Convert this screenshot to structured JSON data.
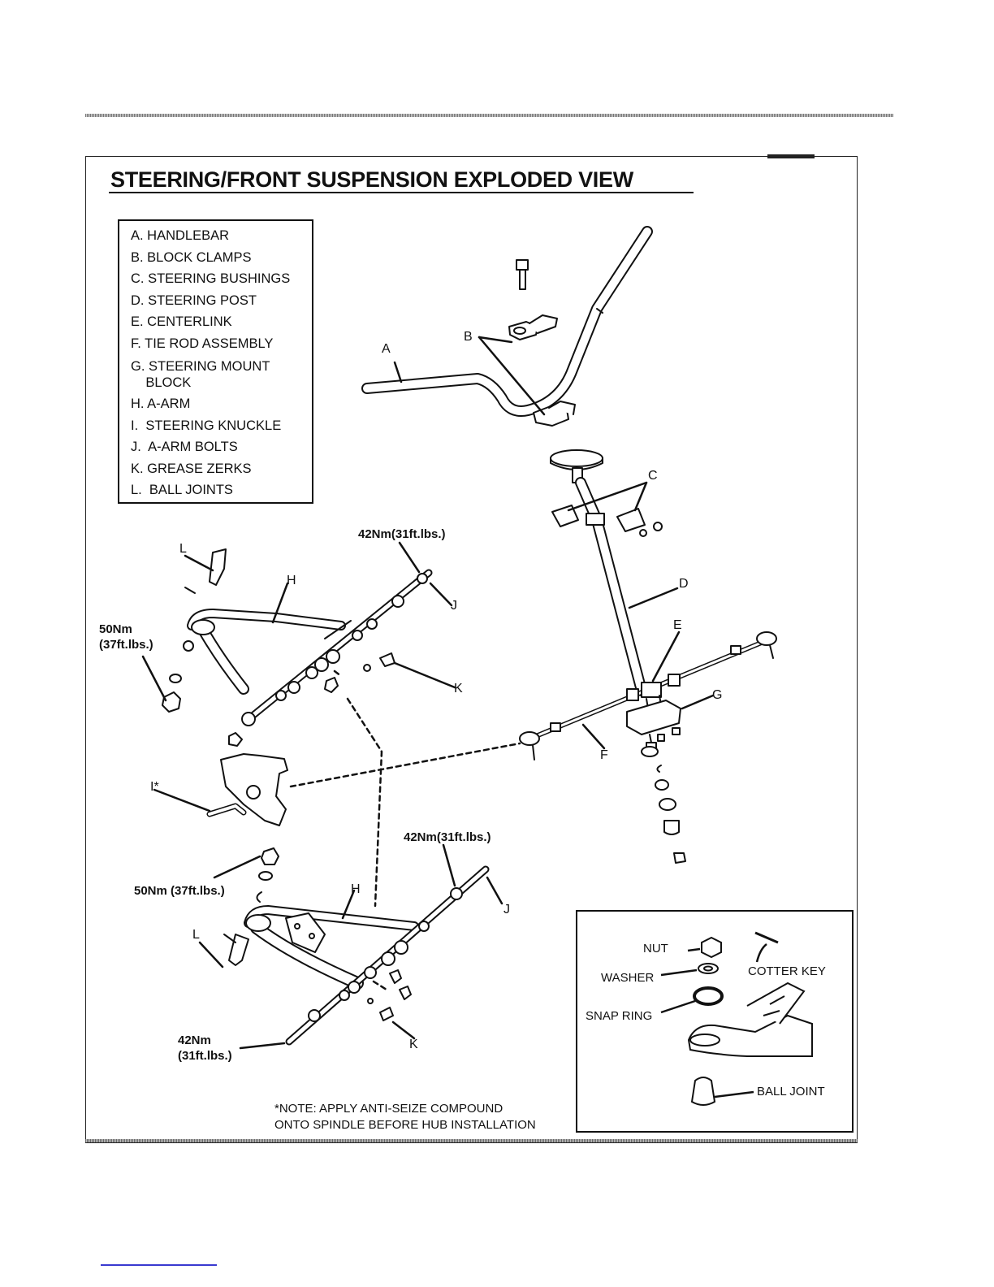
{
  "title": "STEERING/FRONT SUSPENSION EXPLODED VIEW",
  "legend": [
    "A. HANDLEBAR",
    "B. BLOCK CLAMPS",
    "C. STEERING BUSHINGS",
    "D. STEERING POST",
    "E. CENTERLINK",
    "F. TIE ROD ASSEMBLY",
    "G. STEERING MOUNT",
    "    BLOCK",
    "H. A-ARM",
    "I.  STEERING KNUCKLE",
    "J.  A-ARM BOLTS",
    "K. GREASE ZERKS",
    "L.  BALL JOINTS"
  ],
  "callouts": {
    "a": "A",
    "b": "B",
    "c": "C",
    "d": "D",
    "e": "E",
    "f": "F",
    "g": "G",
    "h_upper": "H",
    "h_lower": "H",
    "i": "I*",
    "j_upper": "J",
    "j_lower": "J",
    "k_upper": "K",
    "k_lower": "K",
    "l_upper": "L",
    "l_lower": "L"
  },
  "torque": {
    "upper_bolt": "42Nm(31ft.lbs.)",
    "upper_nut_line1": "50Nm",
    "upper_nut_line2": "(37ft.lbs.)",
    "lower_nut": "50Nm (37ft.lbs.)",
    "lower_bolt": "42Nm(31ft.lbs.)",
    "lower_front_line1": "42Nm",
    "lower_front_line2": "(31ft.lbs.)"
  },
  "note": {
    "line1": "*NOTE:  APPLY ANTI-SEIZE COMPOUND",
    "line2": "ONTO SPINDLE BEFORE HUB INSTALLATION"
  },
  "inset": {
    "nut": "NUT",
    "washer": "WASHER",
    "snap_ring": "SNAP RING",
    "cotter_key": "COTTER KEY",
    "ball_joint": "BALL JOINT"
  }
}
